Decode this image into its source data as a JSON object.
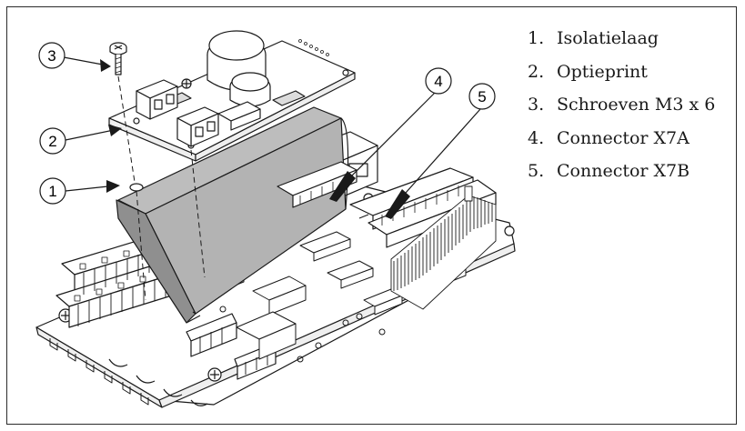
{
  "callouts": [
    "1",
    "2",
    "3",
    "4",
    "5"
  ],
  "legend": [
    {
      "num": "1.",
      "text": "Isolatielaag"
    },
    {
      "num": "2.",
      "text": "Optieprint"
    },
    {
      "num": "3.",
      "text": "Schroeven M3 x 6"
    },
    {
      "num": "4.",
      "text": "Connector X7A"
    },
    {
      "num": "5.",
      "text": "Connector X7B"
    }
  ],
  "colors": {
    "line": "#1a1a1a",
    "insulation": "#b3b3b3",
    "board": "#ffffff",
    "chip": "#dcdcdc"
  }
}
